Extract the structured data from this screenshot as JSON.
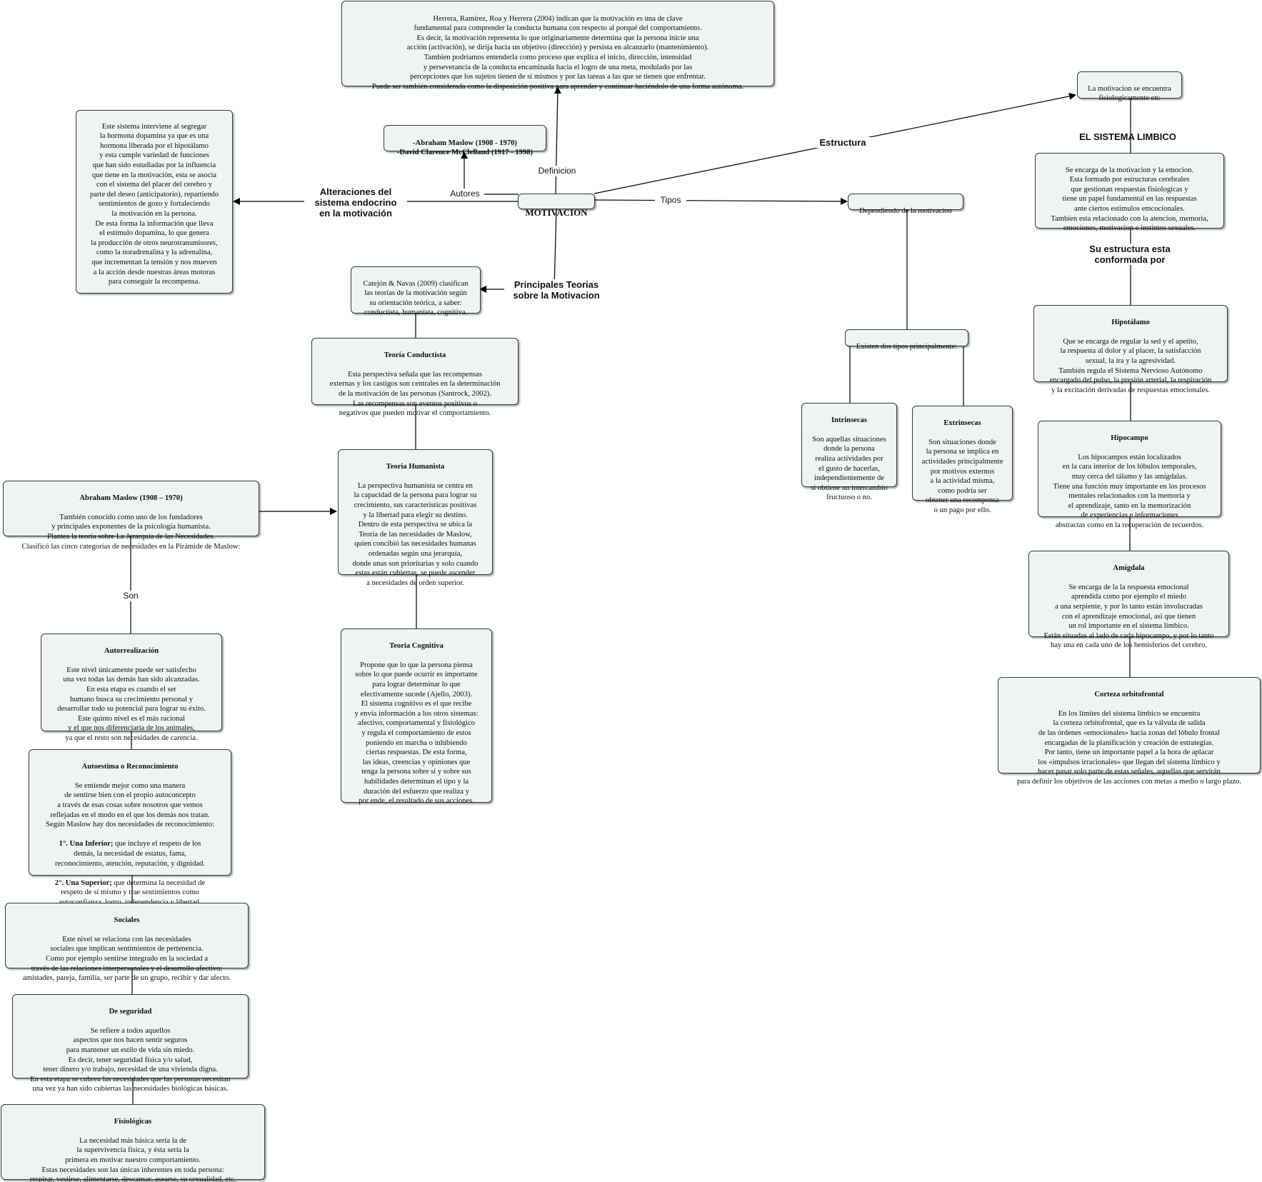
{
  "center": "MOTIVACION",
  "definition": "Herrera, Ramírez, Roa y Herrera (2004)  indican  que  la   motivación  es una de clave\nfundamental para  comprender la conducta humana con respecto al porqué  del  comportamiento.\nEs decir, la motivación representa lo que originariamente determina que la persona inicie una\nacción (activación), se dirija hacia un objetivo (dirección) y persista en alcanzarlo (mantenimiento).\nTambien podriamos entenderla como proceso que explica el inicio, dirección, intensidad\ny perseverancia de la conducta encaminada hacia el logro de una meta, modulado por las\npercepciones que los sujetos tienen de sí mismos y por las tareas a las que se tienen que enfrentar.\nPuede ser también considerada como la disposición positiva para aprender y continuar haciéndolo de una forma autónoma.",
  "authors": "-Abraham Maslow (1908 - 1970)\n-David Clarence McClelland (1917 - 1998)",
  "endocrine": "Este sistema interviene al segregar\nla hormona dopamina ya que es una\nhormona liberada por el hipotálamo\ny esta cumple variedad de funciones\nque han sido estudiadas por la influencia\nque tiene en la motivación, esta se asocia\ncon el sistema del placer del cerebro y\nparte del deseo (anticipatorio), repartiendo\nsentimientos de gozo y fortaleciendo\nla motivación en la persona.\nDe esta forma la información que lleva\nel estímulo dopamina, lo que genera\nla producción de otros neurotransmisores,\ncomo la noradrenalina y la adrenalina,\nque incrementan la tensión y nos mueven\na la acción desde nuestras áreas motoras\npara conseguir la recompensa.",
  "theories_intro": "Catejón & Navas (2009) clasifican\nlas teorías de la motivación según\nsu orientación teórica, a saber:\nconductista, humanista, cognitiva.",
  "theory_behavioral": {
    "title": "Teoría Conductista",
    "text": "Esta perspectiva señala que las recompensas\nexternas y los castigos son centrales en la determinación\nde la motivación de las personas (Santrock, 2002).\nLas recompensas son eventos positivos o\nnegativos que pueden motivar el comportamiento."
  },
  "theory_humanist": {
    "title": "Teoria Humanista",
    "text": "La perspectiva humanista se centra en\nla capacidad de la persona para lograr su\ncrecimiento, sus caracteristicas positivas\ny la libertad para elegir su destino.\nDentro de esta perspectiva se ubica la\nTeoría de las necesidades de Maslow,\nquien concibió las necesidades humanas\nordenadas según una jerarquía,\ndonde unas son prioritarias y solo cuando\nestas están cubiertas, se puede ascender\na necesidades de orden superior."
  },
  "theory_cognitive": {
    "title": "Teoria Cognitiva",
    "text": "Propone que lo que la persona piensa\nsobre lo que puede ocurrir es importante\npara lograr determinar lo que\nefectivamente sucede (Ajello, 2003).\nEl sistema cognitivo es el que recibe\ny envía información a los otros sistemas:\nafectivo, comportamental y fisiológico\ny regula el comportamiento de estos\nponiendo en marcha o inhibiendo\nciertas respuestas. De esta  forma,\nlas  ideas,  creencias y opiniones que\ntenga la persona sobre sí y sobre sus\nhabilidades determinan el tipo y la\nduración del esfuerzo que realiza y\npor ende, el resultado de sus acciones."
  },
  "maslow": {
    "title": "Abraham Maslow (1908 – 1970)",
    "text": "También conocido como uno de los fundadores\ny principales exponentes de la psicología humanista.\nPlantea la teoria sobre La Jerarquía de las Necesidades.\nClasificó las cinco categorías de necesidades en la Pirámide de Maslow:"
  },
  "self_realization": {
    "title": "Autorrealización",
    "text": "Este nivel únicamente puede ser satisfecho\nuna vez todas las demás han sido alcanzadas.\nEn esta etapa es cuando el ser\nhumano busca su crecimiento personal y\ndesarrollar todo su potencial para lograr su éxito.\nEste quinto nivel es el más racional\ny el que nos diferenciaría de los animales,\nya que el resto son necesidades de carencia."
  },
  "esteem": {
    "title": "Autoestima o Reconocimiento",
    "text1": "Se entiende mejor como una manera\nde sentirse bien con el propio autoconcepto\na través de esas cosas sobre nosotros que vemos\nreflejadas en el modo en el que los demás nos tratan.\nSegún Maslow hay dos necesidades de reconocimiento:",
    "inferior_label": "1°. Una Inferior;",
    "inferior_text": " que incluye el respeto de los\ndemás, la necesidad de estatus, fama,\nreconocimiento, atención, reputación, y dignidad.",
    "superior_label": "2°. Una Superior;",
    "superior_text": " que determina la necesidad de\nrespeto de sí mismo y trae sentimientos como\nautoconfianza, logro, independencia y libertad."
  },
  "social": {
    "title": "Sociales",
    "text": "Este nivel se relaciona con las necesidades\nsociales que implican sentimientos de pertenencia.\nComo por ejemplo sentirse integrado en la sociedad a\ntravés de las relaciones interpersonales y el desarrollo afectivo:\namistades, pareja, familia, ser parte de un grupo, recibir y dar afecto."
  },
  "security": {
    "title": "De seguridad",
    "text": "Se refiere a todos aquellos\naspectos que nos hacen sentir seguros\npara mantener un estilo de vida sin miedo.\nEs decir, tener seguridad física y/o salud,\ntener dinero y/o trabajo, necesidad de una vivienda digna.\nEn esta etapa se cubren las necesidades que las personas necesitan\nuna vez ya han sido cubiertas las necesidades biológicas básicas."
  },
  "physiological": {
    "title": "Fisiológicas",
    "text": "La necesidad más básica sería la de\nla supervivencia física, y ésta sería la\nprimera en motivar nuestro comportamiento.\nEstas necesidades son las únicas inherentes en toda persona:\nrespirar, vestirse, alimentarse, descansar, asearse, su sexualidad, etc.\nSe cubre todo lo relacionado con el ser humano para que pueda sobrevivir."
  },
  "types_root": "Dependiendo de la motivacion",
  "types_two": "Existen dos tipos principalmente:",
  "intrinsic": {
    "title": "Intrinsecas",
    "text": "Son aquellas situaciones\ndonde la persona\nrealiza actividades por\nel gusto de hacerlas,\nindependientemente de\nsi obtiene un intercambio\nfructuoso o no."
  },
  "extrinsic": {
    "title": "Extrinsecas",
    "text": "Son situaciones donde\nla persona se implica en\nactividades principalmente\npor motivos externos\na la actividad misma,\ncomo podría ser\nobtener una recompensa\no un pago por ello."
  },
  "structure_root": "La motivacion se encuentra\nfisiologicamente en:",
  "limbic": "Se encarga de la motivacion y la emocion.\nEsta formado por estructuras cerebrales\nque gestionan respuestas fisiologicas y\ntiene un papel fundamental en las respuestas\nante ciertos estimulos emcocionales.\nTambien esta relacionado con la atencion, memoria,\nemociones, motivacion e instintos sexuales.",
  "hypothalamus": {
    "title": "Hipotálamo",
    "text": "Que se encarga de regular la sed y el apetito,\nla respuesta al dolor y al placer, la satisfacción\nsexual, la ira y la agresividad.\nTambién regula el Sistema Nervioso Autónomo\nencargado del pulso, la presión arterial, la respiración\ny la excitación derivadas de respuestas emocionales."
  },
  "hippocampus": {
    "title": "Hipocampo",
    "text": "Los hipocampos están localizados\nen la cara interior de los lóbulos temporales,\nmuy cerca del tálamo y las amígdalas.\nTiene una función muy importante en los procesos\nmentales relacionados con la memoria y\nel aprendizaje, tanto en la memorización\nde experiencias e informaciones\nabstractas como en la recuperación de recuerdos."
  },
  "amygdala": {
    "title": "Amígdala",
    "text": "Se encarga de la la respuesta emocional\naprendida como por ejemplo el miedo\na una serpiente, y por lo tanto están involucradas\ncon el aprendizaje emocional, asi que tienen\nun rol importante en el sistema límbico.\nEstán situadas al lado de cada hipocampo, y por lo tanto\nhay una en cada uno de los hemisferios del cerebro."
  },
  "orbitofrontal": {
    "title": "Corteza orbitofrontal",
    "text": "En los límites del sistema límbico se encuentra\nla corteza orbitofrontal, que es la válvula de salida\nde las órdenes «emocionales» hacia zonas del lóbulo frontal\nencargadas de la planificación y creación de estrategias.\nPor tanto, tiene un importante papel a la hora de aplacar\nlos «impulsos irracionales» que llegan del sistema límbico y\nhacer pasar solo parte de estas señales, aquellas que servirán\npara definir los objetivos de las acciones con metas a medio o largo plazo."
  },
  "labels": {
    "definicion": "Definicion",
    "autores": "Autores",
    "alteraciones": "Alteraciones del\nsistema endocrino\nen la motivación",
    "teorias": "Principales Teorias\nsobre la Motivacion",
    "tipos": "Tipos",
    "estructura": "Estructura",
    "sistema_limbico": "EL SISTEMA LIMBICO",
    "conformada": "Su estructura esta\nconformada por",
    "son": "Son"
  }
}
